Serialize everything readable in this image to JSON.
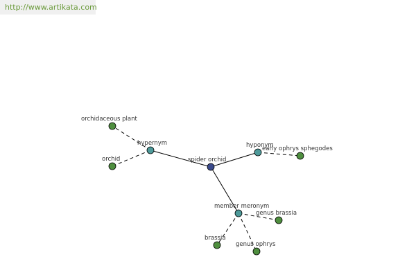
{
  "site_url": "http://www.artikata.com",
  "colors": {
    "center": "#3a4a8c",
    "relation": "#4e9a9a",
    "leaf": "#4f8f3f"
  },
  "graph": {
    "center": {
      "id": "spider-orchid",
      "label": "spider orchid"
    },
    "relations": [
      {
        "id": "hypernym",
        "label": "hypernym"
      },
      {
        "id": "hyponym",
        "label": "hyponym"
      },
      {
        "id": "member-meronym",
        "label": "member meronym"
      }
    ],
    "leaves": [
      {
        "id": "orchidaceous-plant",
        "label": "orchidaceous plant",
        "relation": "hypernym"
      },
      {
        "id": "orchid",
        "label": "orchid",
        "relation": "hypernym"
      },
      {
        "id": "early-ophrys-sphegodes",
        "label": "early ophrys sphegodes",
        "relation": "hyponym"
      },
      {
        "id": "genus-brassia",
        "label": "genus brassia",
        "relation": "member-meronym"
      },
      {
        "id": "brassia",
        "label": "brassia",
        "relation": "member-meronym"
      },
      {
        "id": "genus-ophrys",
        "label": "genus ophrys",
        "relation": "member-meronym"
      }
    ]
  }
}
